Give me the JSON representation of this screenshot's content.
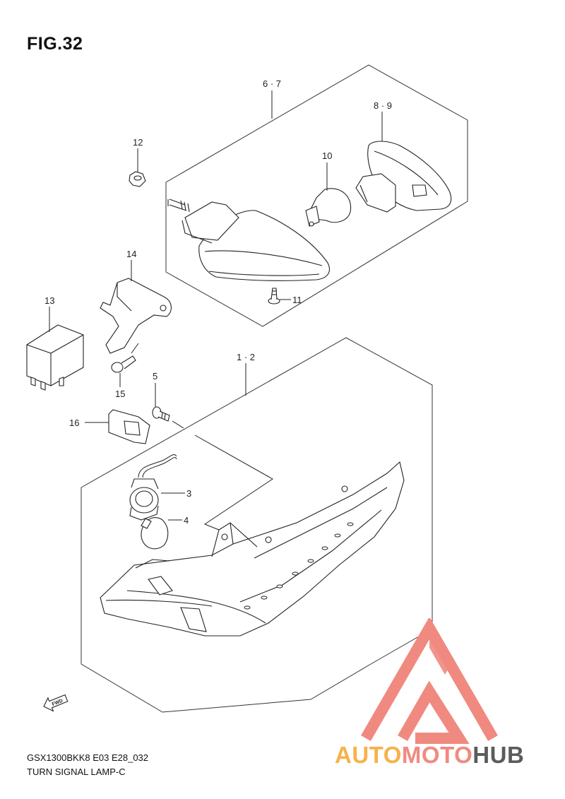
{
  "figure": {
    "title": "FIG.32"
  },
  "callouts": {
    "c_1_2": "1 · 2",
    "c_3": "3",
    "c_4": "4",
    "c_5": "5",
    "c_6_7": "6 · 7",
    "c_8_9": "8 · 9",
    "c_10": "10",
    "c_11": "11",
    "c_12": "12",
    "c_13": "13",
    "c_14": "14",
    "c_15": "15",
    "c_16": "16"
  },
  "fwd_label": "FWD",
  "footer": {
    "model_code": "GSX1300BKK8 E03 E28_032",
    "section_name": "TURN SIGNAL LAMP-C"
  },
  "watermark": {
    "part_a": "AUTO",
    "part_b": "MOTO",
    "part_c": "HUB",
    "colors": {
      "orange": "#f6b24a",
      "pink": "#f08a80",
      "gray": "#5c5c5c"
    }
  }
}
